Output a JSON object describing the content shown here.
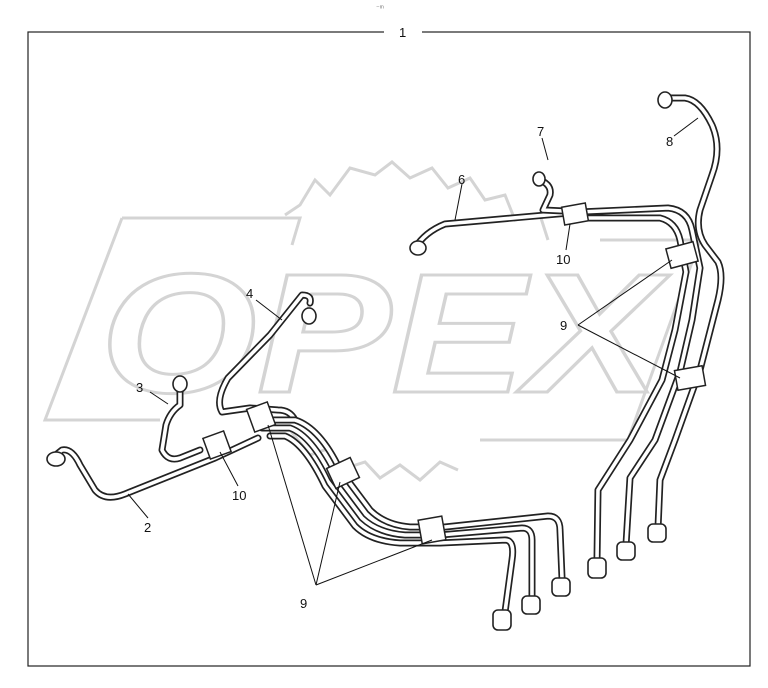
{
  "header": {
    "mark": "⁻ᵐ"
  },
  "watermark": {
    "text": "OPEX"
  },
  "assembly": {
    "callout": "1"
  },
  "parts": [
    {
      "callout": "2"
    },
    {
      "callout": "3"
    },
    {
      "callout": "4"
    },
    {
      "callout": "6"
    },
    {
      "callout": "7"
    },
    {
      "callout": "8"
    },
    {
      "callout": "9"
    },
    {
      "callout": "9"
    },
    {
      "callout": "10"
    },
    {
      "callout": "10"
    }
  ],
  "colors": {
    "line": "#222222",
    "watermark_outline": "#d4d4d4",
    "background": "#ffffff"
  }
}
